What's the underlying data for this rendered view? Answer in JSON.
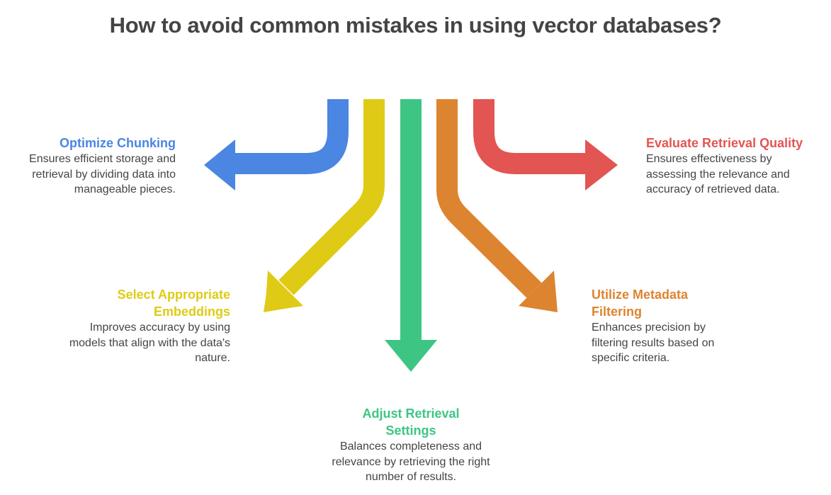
{
  "title": "How to avoid common mistakes in using vector databases?",
  "colors": {
    "text": "#444444",
    "blue": "#4A86E2",
    "yellow": "#DFCB15",
    "green": "#3DC584",
    "orange": "#DD8430",
    "red": "#E35553"
  },
  "items": [
    {
      "heading": "Optimize Chunking",
      "description": "Ensures efficient storage and retrieval by dividing data into manageable pieces.",
      "color": "#4A86E2",
      "arrow_direction": "left"
    },
    {
      "heading": "Select Appropriate Embeddings",
      "description": "Improves accuracy by using models that align with the data's nature.",
      "color": "#DFCB15",
      "arrow_direction": "down-left"
    },
    {
      "heading": "Adjust Retrieval Settings",
      "description": "Balances completeness and relevance by retrieving the right number of results.",
      "color": "#3DC584",
      "arrow_direction": "down"
    },
    {
      "heading": "Utilize Metadata Filtering",
      "description": "Enhances precision by filtering results based on specific criteria.",
      "color": "#DD8430",
      "arrow_direction": "down-right"
    },
    {
      "heading": "Evaluate Retrieval Quality",
      "description": "Ensures effectiveness by assessing the relevance and accuracy of retrieved data.",
      "color": "#E35553",
      "arrow_direction": "right"
    }
  ]
}
